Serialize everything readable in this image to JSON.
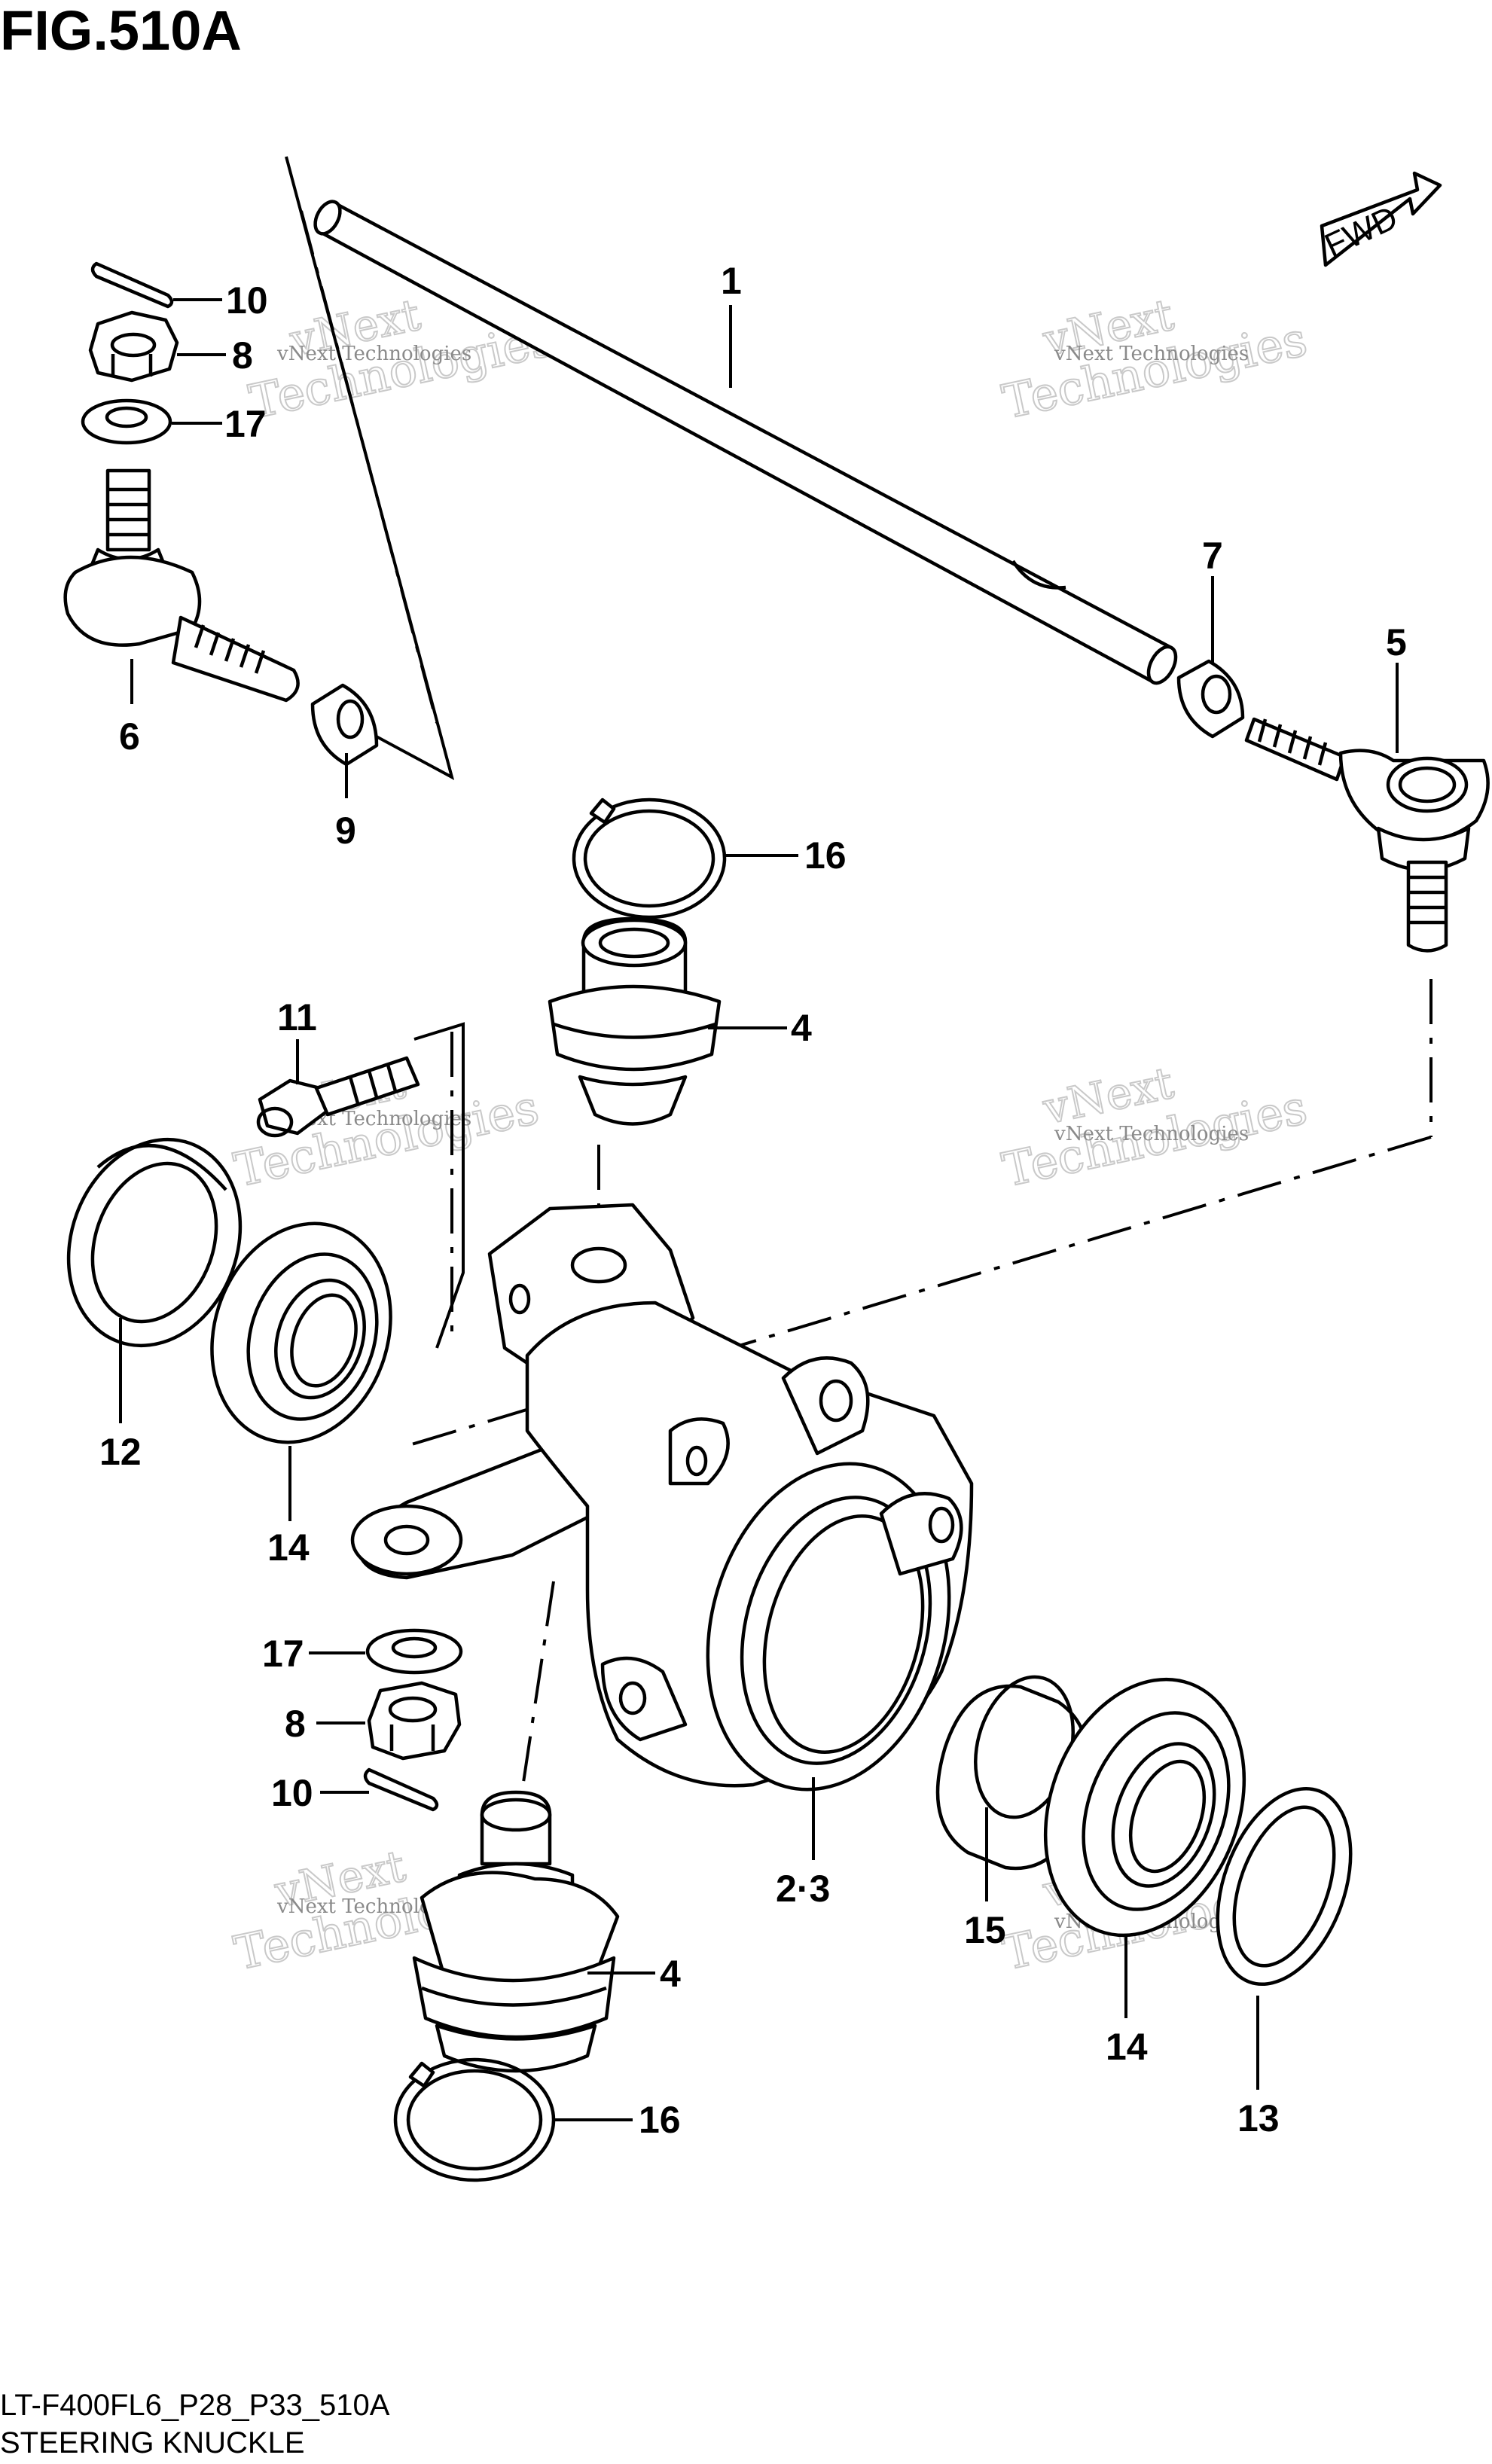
{
  "title": "FIG.510A",
  "footer": {
    "code": "LT-F400FL6_P28_P33_510A",
    "name": "STEERING KNUCKLE"
  },
  "fwd_label": "FWD",
  "watermark": {
    "line1": "vNext Technologies",
    "line2": "vNext",
    "line3": "Technologies"
  },
  "callouts": {
    "c1": "1",
    "c23": "2·3",
    "c4a": "4",
    "c4b": "4",
    "c5": "5",
    "c6": "6",
    "c7": "7",
    "c8a": "8",
    "c8b": "8",
    "c9": "9",
    "c10a": "10",
    "c10b": "10",
    "c11": "11",
    "c12": "12",
    "c13": "13",
    "c14a": "14",
    "c14b": "14",
    "c15": "15",
    "c16a": "16",
    "c16b": "16",
    "c17a": "17",
    "c17b": "17"
  }
}
